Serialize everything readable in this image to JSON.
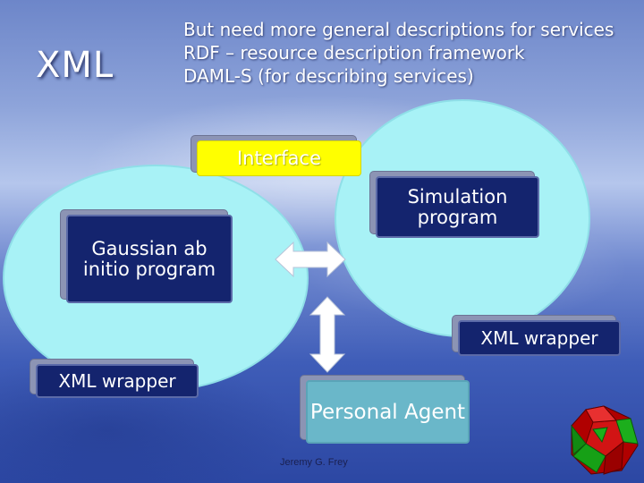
{
  "slide": {
    "title": "XML",
    "bullets": [
      "But need more general descriptions for services",
      "RDF – resource description framework",
      "DAML-S (for describing services)"
    ],
    "credit": "Jeremy G. Frey"
  },
  "diagram": {
    "interface_label": "Interface",
    "simulation_label": "Simulation program",
    "gaussian_label": "Gaussian ab initio program",
    "xml_wrapper_right": "XML wrapper",
    "xml_wrapper_left": "XML wrapper",
    "personal_agent_label": "Personal Agent",
    "decoration": "polyhedron-icon"
  },
  "colors": {
    "circle": "#a8f2f6",
    "interface_box": "#ffff00",
    "program_box": "#14246e",
    "agent_box": "#6ab7c9",
    "arrow": "#ffffff"
  }
}
